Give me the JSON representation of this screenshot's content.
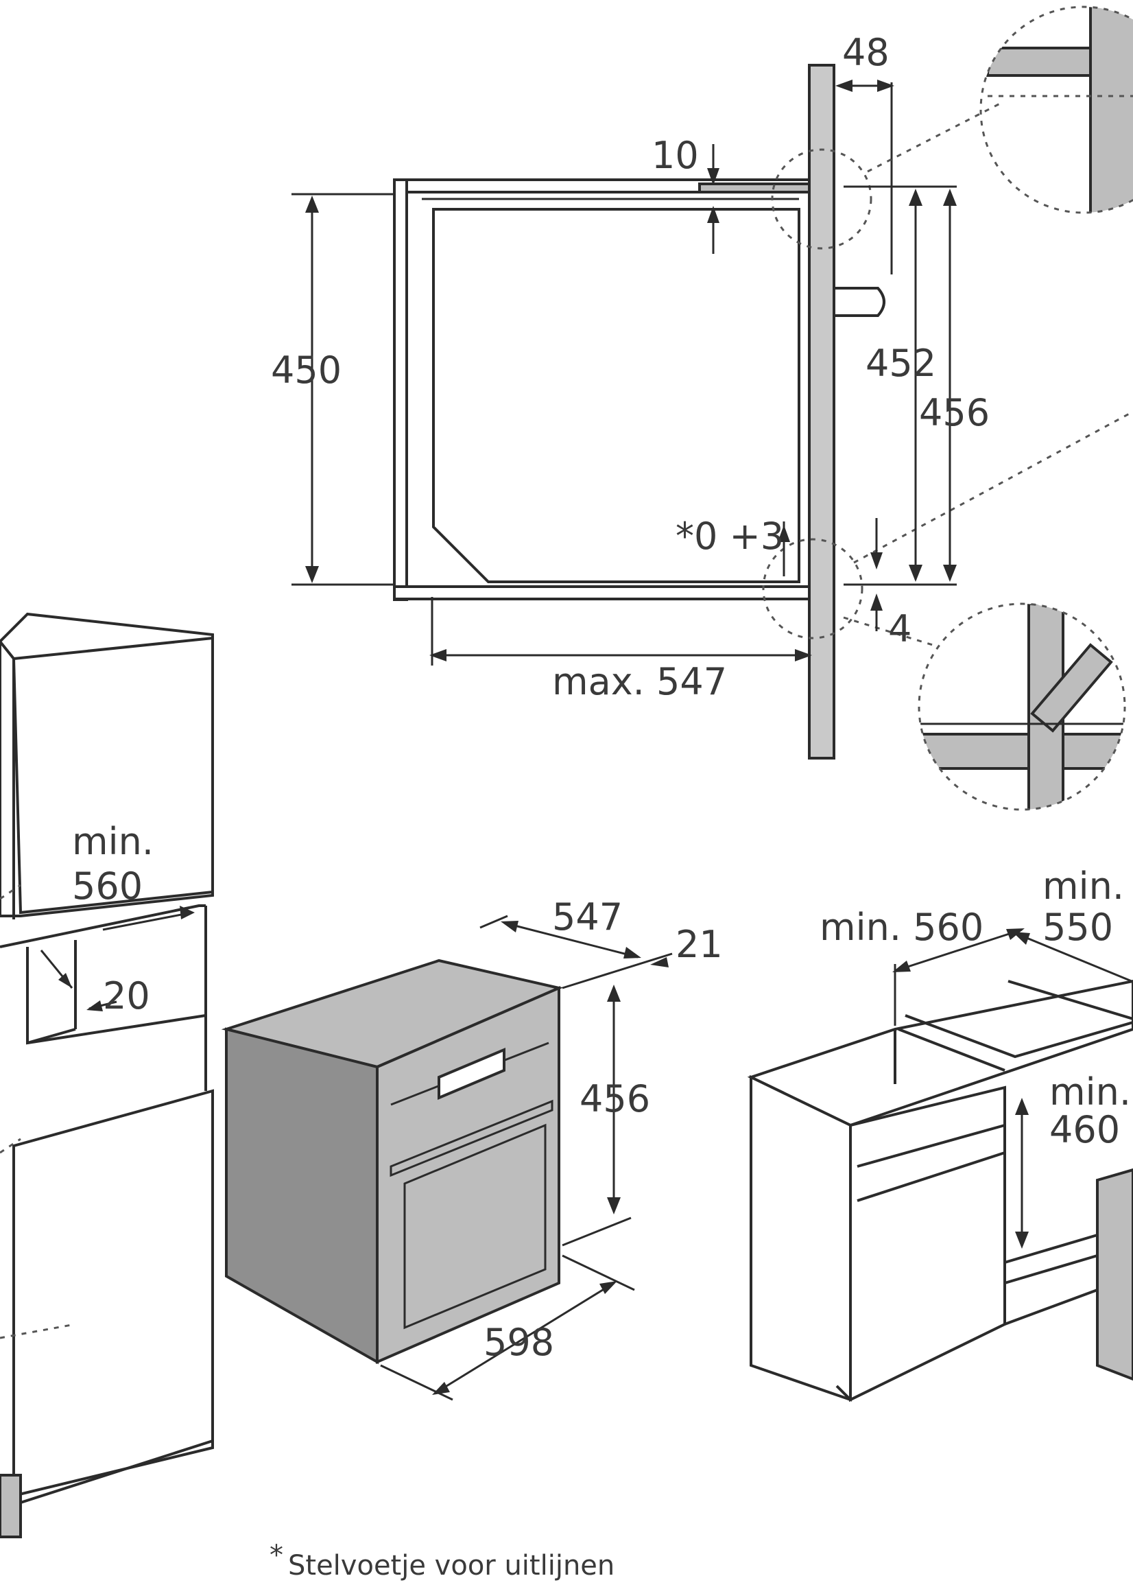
{
  "dimensions": {
    "top_frame_48": "48",
    "top_gap_10": "10",
    "niche_height_450": "450",
    "rail_452": "452",
    "outer_456": "456",
    "tolerance": "*0 +3",
    "bottom_gap_4": "4",
    "max_depth": "max. 547",
    "column_min_height_label": "min.",
    "column_min_height_value": "560",
    "column_gap_20": "20",
    "oven_depth_547": "547",
    "oven_front_21": "21",
    "oven_height_456": "456",
    "oven_width_598": "598",
    "counter_min_width": "min. 560",
    "counter_min_depth_label": "min.",
    "counter_min_depth_value": "550",
    "counter_min_height_label": "min.",
    "counter_min_height_value": "460"
  },
  "footnote": {
    "mark": "*",
    "text": "Stelvoetje voor uitlijnen"
  },
  "colors": {
    "line": "#2b2b2b",
    "wall_fill": "#c9c9c9",
    "oven_body": "#bdbdbd",
    "background": "#ffffff"
  }
}
